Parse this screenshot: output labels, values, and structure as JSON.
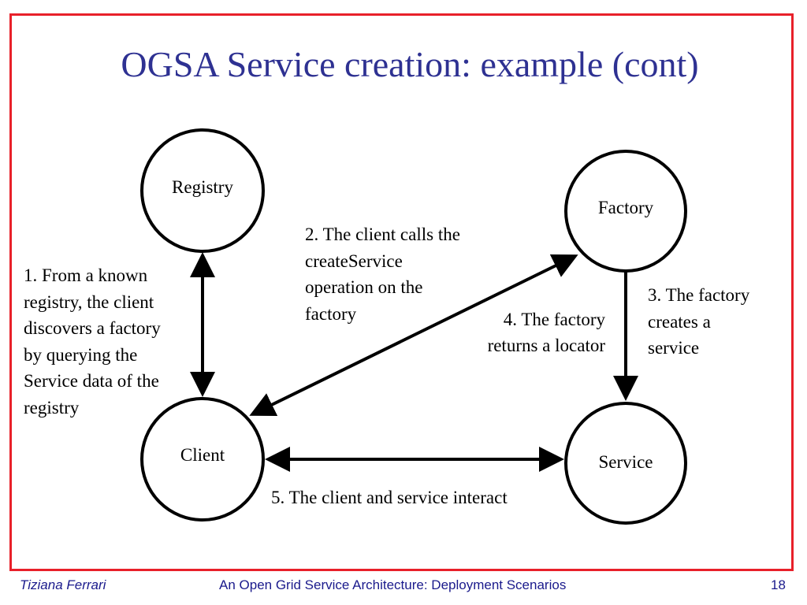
{
  "slide": {
    "title": "OGSA Service creation: example (cont)"
  },
  "diagram": {
    "nodes": {
      "registry": "Registry",
      "factory": "Factory",
      "client": "Client",
      "service": "Service"
    },
    "notes": {
      "step1": [
        "1. From a known",
        "registry, the client",
        "discovers a factory",
        "by querying the",
        "Service data of the",
        "registry"
      ],
      "step2": [
        "2. The client calls the",
        "createService",
        "operation on the",
        "factory"
      ],
      "step3": [
        "3. The factory",
        "creates a",
        "service"
      ],
      "step4": [
        "4. The factory",
        "returns a locator"
      ],
      "step5": [
        "5. The client and service interact"
      ]
    }
  },
  "footer": {
    "author": "Tiziana Ferrari",
    "presentation_title": "An Open Grid Service Architecture: Deployment Scenarios",
    "page_number": "18"
  },
  "colors": {
    "frame": "#e8202a",
    "title": "#2e3192",
    "footer": "#1a1a8c"
  }
}
